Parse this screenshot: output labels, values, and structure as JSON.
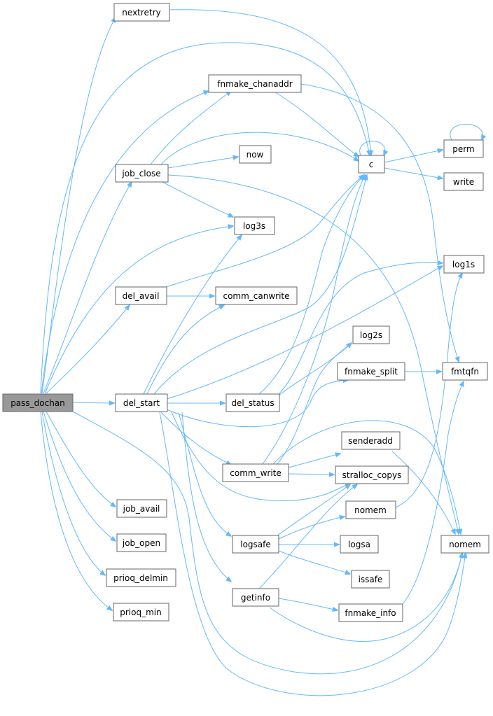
{
  "graph": {
    "root": "pass_dochan",
    "colors": {
      "edge": "#63b8ff",
      "node_border": "#666666",
      "root_fill": "#999999",
      "node_fill": "#ffffff"
    },
    "nodes": [
      {
        "id": "pass_dochan",
        "label": "pass_dochan"
      },
      {
        "id": "nextretry",
        "label": "nextretry"
      },
      {
        "id": "fnmake_chanaddr",
        "label": "fnmake_chanaddr"
      },
      {
        "id": "job_close",
        "label": "job_close"
      },
      {
        "id": "now",
        "label": "now"
      },
      {
        "id": "c",
        "label": "c"
      },
      {
        "id": "perm",
        "label": "perm"
      },
      {
        "id": "write",
        "label": "write"
      },
      {
        "id": "log3s",
        "label": "log3s"
      },
      {
        "id": "log1s",
        "label": "log1s"
      },
      {
        "id": "del_avail",
        "label": "del_avail"
      },
      {
        "id": "comm_canwrite",
        "label": "comm_canwrite"
      },
      {
        "id": "log2s",
        "label": "log2s"
      },
      {
        "id": "fnmake_split",
        "label": "fnmake_split"
      },
      {
        "id": "fmtqfn",
        "label": "fmtqfn"
      },
      {
        "id": "del_start",
        "label": "del_start"
      },
      {
        "id": "del_status",
        "label": "del_status"
      },
      {
        "id": "senderadd",
        "label": "senderadd"
      },
      {
        "id": "comm_write",
        "label": "comm_write"
      },
      {
        "id": "stralloc_copys",
        "label": "stralloc_copys"
      },
      {
        "id": "job_avail",
        "label": "job_avail"
      },
      {
        "id": "nomem_1",
        "label": "nomem"
      },
      {
        "id": "nomem_2",
        "label": "nomem"
      },
      {
        "id": "job_open",
        "label": "job_open"
      },
      {
        "id": "logsafe",
        "label": "logsafe"
      },
      {
        "id": "logsa",
        "label": "logsa"
      },
      {
        "id": "prioq_delmin",
        "label": "prioq_delmin"
      },
      {
        "id": "issafe",
        "label": "issafe"
      },
      {
        "id": "getinfo",
        "label": "getinfo"
      },
      {
        "id": "prioq_min",
        "label": "prioq_min"
      },
      {
        "id": "fnmake_info",
        "label": "fnmake_info"
      }
    ],
    "edges": [
      {
        "from": "pass_dochan",
        "to": "nextretry"
      },
      {
        "from": "pass_dochan",
        "to": "c"
      },
      {
        "from": "pass_dochan",
        "to": "fnmake_chanaddr"
      },
      {
        "from": "pass_dochan",
        "to": "job_close"
      },
      {
        "from": "pass_dochan",
        "to": "log3s"
      },
      {
        "from": "pass_dochan",
        "to": "del_avail"
      },
      {
        "from": "pass_dochan",
        "to": "del_start"
      },
      {
        "from": "pass_dochan",
        "to": "job_avail"
      },
      {
        "from": "pass_dochan",
        "to": "job_open"
      },
      {
        "from": "pass_dochan",
        "to": "prioq_delmin"
      },
      {
        "from": "pass_dochan",
        "to": "prioq_min"
      },
      {
        "from": "pass_dochan",
        "to": "nomem_2"
      },
      {
        "from": "nextretry",
        "to": "c"
      },
      {
        "from": "fnmake_chanaddr",
        "to": "c"
      },
      {
        "from": "fnmake_chanaddr",
        "to": "fmtqfn"
      },
      {
        "from": "job_close",
        "to": "fnmake_chanaddr"
      },
      {
        "from": "job_close",
        "to": "c"
      },
      {
        "from": "job_close",
        "to": "now"
      },
      {
        "from": "job_close",
        "to": "log3s"
      },
      {
        "from": "job_close",
        "to": "nomem_2"
      },
      {
        "from": "c",
        "to": "c"
      },
      {
        "from": "c",
        "to": "perm"
      },
      {
        "from": "c",
        "to": "write"
      },
      {
        "from": "perm",
        "to": "perm"
      },
      {
        "from": "del_avail",
        "to": "c"
      },
      {
        "from": "del_avail",
        "to": "comm_canwrite"
      },
      {
        "from": "del_start",
        "to": "log3s"
      },
      {
        "from": "del_start",
        "to": "comm_canwrite"
      },
      {
        "from": "del_start",
        "to": "c"
      },
      {
        "from": "del_start",
        "to": "log1s"
      },
      {
        "from": "del_start",
        "to": "del_status"
      },
      {
        "from": "del_start",
        "to": "fnmake_split"
      },
      {
        "from": "del_start",
        "to": "comm_write"
      },
      {
        "from": "del_start",
        "to": "stralloc_copys"
      },
      {
        "from": "del_start",
        "to": "logsafe"
      },
      {
        "from": "del_start",
        "to": "getinfo"
      },
      {
        "from": "del_start",
        "to": "nomem_2"
      },
      {
        "from": "del_status",
        "to": "c"
      },
      {
        "from": "del_status",
        "to": "log1s"
      },
      {
        "from": "del_status",
        "to": "log2s"
      },
      {
        "from": "fnmake_split",
        "to": "fmtqfn"
      },
      {
        "from": "comm_write",
        "to": "c"
      },
      {
        "from": "comm_write",
        "to": "log2s"
      },
      {
        "from": "comm_write",
        "to": "senderadd"
      },
      {
        "from": "comm_write",
        "to": "stralloc_copys"
      },
      {
        "from": "comm_write",
        "to": "nomem_2"
      },
      {
        "from": "senderadd",
        "to": "nomem_2"
      },
      {
        "from": "nomem_1",
        "to": "log1s"
      },
      {
        "from": "logsafe",
        "to": "stralloc_copys"
      },
      {
        "from": "logsafe",
        "to": "nomem_1"
      },
      {
        "from": "logsafe",
        "to": "logsa"
      },
      {
        "from": "logsafe",
        "to": "issafe"
      },
      {
        "from": "getinfo",
        "to": "stralloc_copys"
      },
      {
        "from": "getinfo",
        "to": "fnmake_info"
      },
      {
        "from": "getinfo",
        "to": "nomem_2"
      },
      {
        "from": "fnmake_info",
        "to": "fmtqfn"
      }
    ]
  }
}
